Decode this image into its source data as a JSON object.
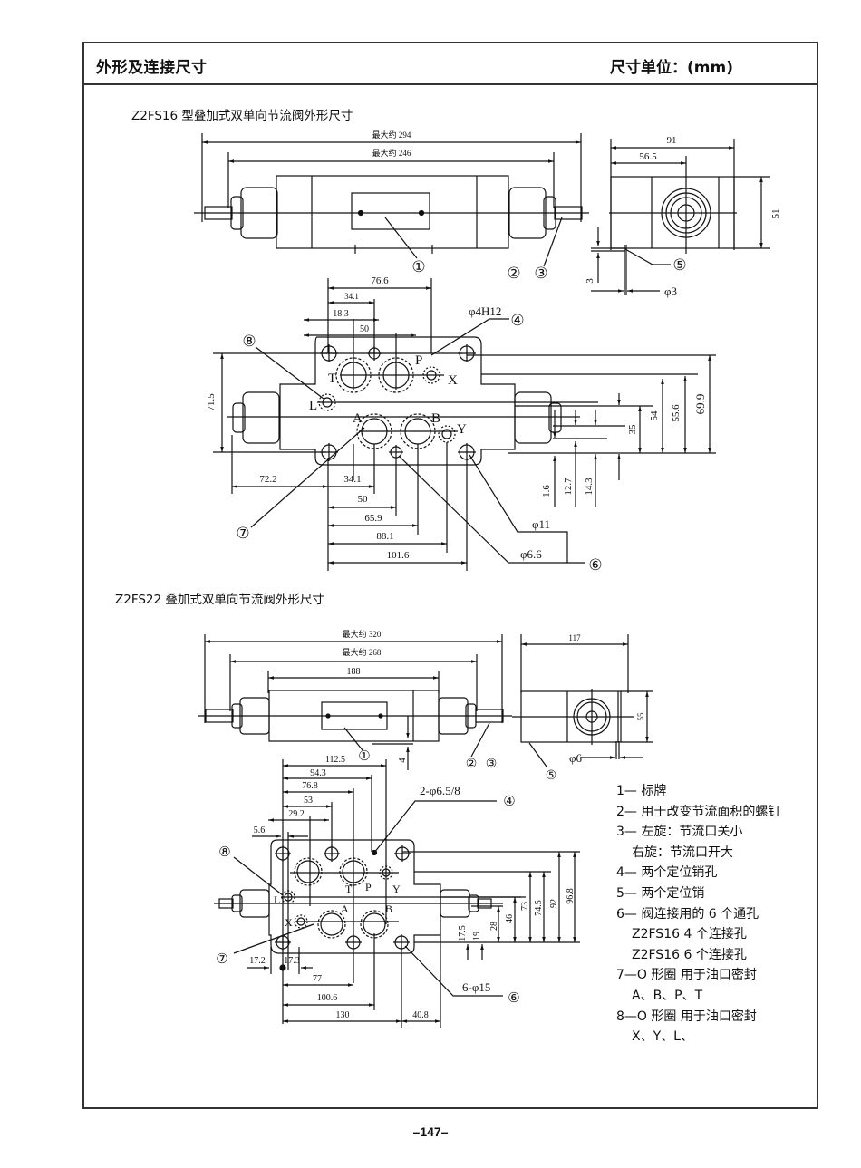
{
  "header": {
    "title": "外形及连接尺寸",
    "unit_label": "尺寸单位：(mm)"
  },
  "z2fs16": {
    "title": "Z2FS16 型叠加式双单向节流阀外形尺寸",
    "front_view": {
      "dim_max_294": "最大约 294",
      "dim_max_246": "最大约 246",
      "callout_1": "①",
      "callout_2": "②",
      "callout_3": "③"
    },
    "side_view": {
      "dim_91": "91",
      "dim_56_5": "56.5",
      "dim_51": "51",
      "dim_3": "3",
      "dim_phi3": "φ3",
      "callout_5": "⑤"
    },
    "bottom_view": {
      "dims_top": [
        "76.6",
        "34.1",
        "18.3",
        "50"
      ],
      "hole_label": "φ4H12",
      "callout_4": "④",
      "callout_8": "⑧",
      "callout_7": "⑦",
      "callout_6": "⑥",
      "ports": {
        "P": "P",
        "T": "T",
        "X": "X",
        "L": "L",
        "A": "A",
        "B": "B",
        "Y": "Y"
      },
      "dim_71_5": "71.5",
      "dims_right": [
        "69.9",
        "55.6",
        "54",
        "35"
      ],
      "dims_right_small": [
        "1.6",
        "12.7",
        "14.3"
      ],
      "dims_bottom": [
        "72.2",
        "34.1",
        "50",
        "65.9",
        "88.1",
        "101.6"
      ],
      "phi11": "φ11",
      "phi6_6": "φ6.6"
    }
  },
  "z2fs22": {
    "title": "Z2FS22 叠加式双单向节流阀外形尺寸",
    "front_view": {
      "dim_max_320": "最大约 320",
      "dim_max_268": "最大约 268",
      "dim_188": "188",
      "dim_4": "4",
      "callout_1": "①",
      "callout_2": "②",
      "callout_3": "③"
    },
    "side_view": {
      "dim_117": "117",
      "dim_55": "55",
      "dim_phi6": "φ6",
      "callout_5": "⑤"
    },
    "bottom_view": {
      "dims_top": [
        "112.5",
        "94.3",
        "76.8",
        "53",
        "29.2",
        "5.6"
      ],
      "hole_label": "2-φ6.5/8",
      "callout_4": "④",
      "callout_8": "⑧",
      "callout_7": "⑦",
      "callout_6": "⑥",
      "ports": {
        "P": "P",
        "T": "T",
        "X": "X",
        "L": "L",
        "A": "A",
        "B": "B",
        "Y": "Y"
      },
      "dims_right": [
        "96.8",
        "92",
        "74.5",
        "73",
        "46",
        "28",
        "19",
        "17.5"
      ],
      "dims_bottom": [
        "17.2",
        "17.3",
        "77",
        "100.6",
        "130",
        "40.8"
      ],
      "holes_label": "6-φ15"
    }
  },
  "legend": [
    {
      "text": "1— 标牌",
      "indent": false
    },
    {
      "text": "2— 用于改变节流面积的螺钉",
      "indent": false
    },
    {
      "text": "3— 左旋：节流口关小",
      "indent": false
    },
    {
      "text": "右旋：节流口开大",
      "indent": true
    },
    {
      "text": "4— 两个定位销孔",
      "indent": false
    },
    {
      "text": "5— 两个定位销",
      "indent": false
    },
    {
      "text": "6— 阀连接用的 6 个通孔",
      "indent": false
    },
    {
      "text": "Z2FS16  4 个连接孔",
      "indent": true
    },
    {
      "text": "Z2FS16  6 个连接孔",
      "indent": true
    },
    {
      "text": "7—O 形圈  用于油口密封",
      "indent": false
    },
    {
      "text": "A、B、P、T",
      "indent": true
    },
    {
      "text": "8—O 形圈  用于油口密封",
      "indent": false
    },
    {
      "text": "X、Y、L、",
      "indent": true
    }
  ],
  "footer": {
    "page_number": "–147–"
  }
}
